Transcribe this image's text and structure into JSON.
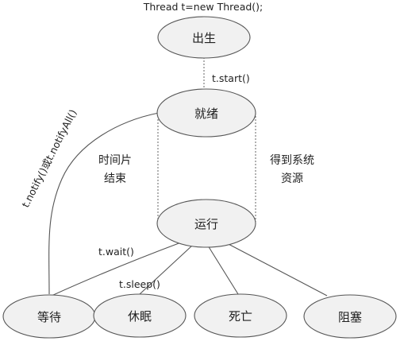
{
  "title": "Thread t=new Thread();",
  "states": {
    "born": "出生",
    "ready": "就绪",
    "running": "运行",
    "waiting": "等待",
    "sleeping": "休眠",
    "dead": "死亡",
    "blocked": "阻塞"
  },
  "transitions": {
    "start": "t.start()",
    "notify": "t.notify()或t.notifyAll()",
    "timeslice_line1": "时间片",
    "timeslice_line2": "结束",
    "resource_line1": "得到系统",
    "resource_line2": "资源",
    "wait": "t.wait()",
    "sleep": "t.sleep()"
  }
}
